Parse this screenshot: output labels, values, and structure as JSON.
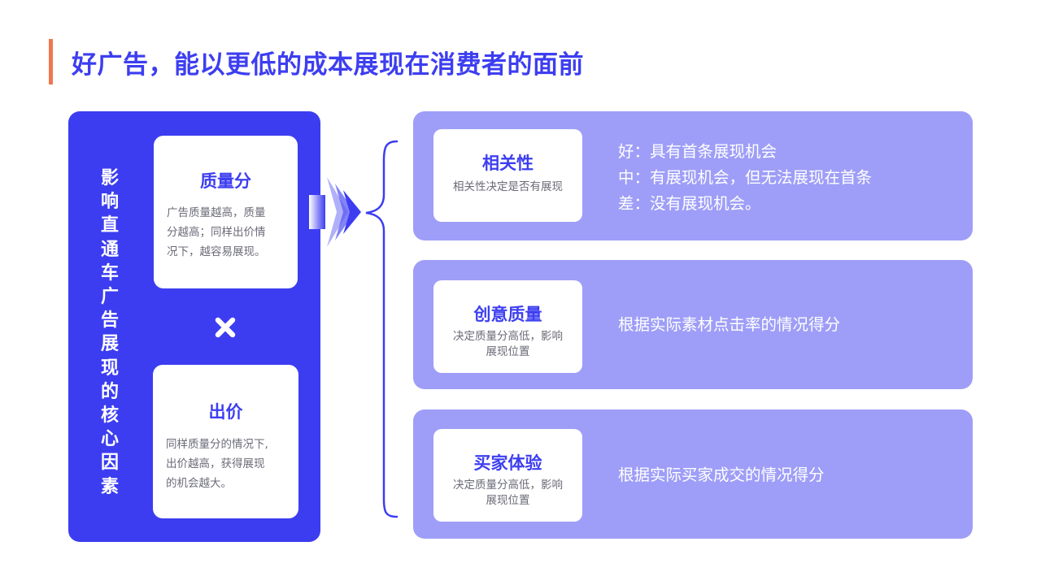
{
  "title": "好广告，能以更低的成本展现在消费者的面前",
  "left_panel": {
    "vertical_title": [
      "影",
      "响",
      "直",
      "通",
      "车",
      "广",
      "告",
      "展",
      "现",
      "的",
      "核",
      "心",
      "因",
      "素"
    ],
    "quality_card": {
      "title": "质量分",
      "desc_lines": [
        "广告质量越高，质量",
        "分越高；同样出价情",
        "况下，越容易展现。"
      ]
    },
    "bid_card": {
      "title": "出价",
      "desc_lines": [
        "同样质量分的情况下,",
        "出价越高，获得展现",
        "的机会越大。"
      ]
    }
  },
  "rows": [
    {
      "title": "相关性",
      "subtitle_lines": [
        "相关性决定是否有展现"
      ],
      "text_lines": [
        "好：具有首条展现机会",
        "中：有展现机会，但无法展现在首条",
        "差：没有展现机会。"
      ]
    },
    {
      "title": "创意质量",
      "subtitle_lines": [
        "决定质量分高低，影响",
        "展现位置"
      ],
      "text_lines": [
        "根据实际素材点击率的情况得分"
      ]
    },
    {
      "title": "买家体验",
      "subtitle_lines": [
        "决定质量分高低，影响",
        "展现位置"
      ],
      "text_lines": [
        "根据实际买家成交的情况得分"
      ]
    }
  ],
  "colors": {
    "primary": "#3c3df0",
    "panel_light": "#9e9ef8",
    "accent": "#f0764f",
    "text_gray": "#6b6b78"
  },
  "icons": {
    "multiply": "multiply-icon",
    "arrow": "chevron-arrow-icon",
    "brace": "curly-brace-icon"
  }
}
